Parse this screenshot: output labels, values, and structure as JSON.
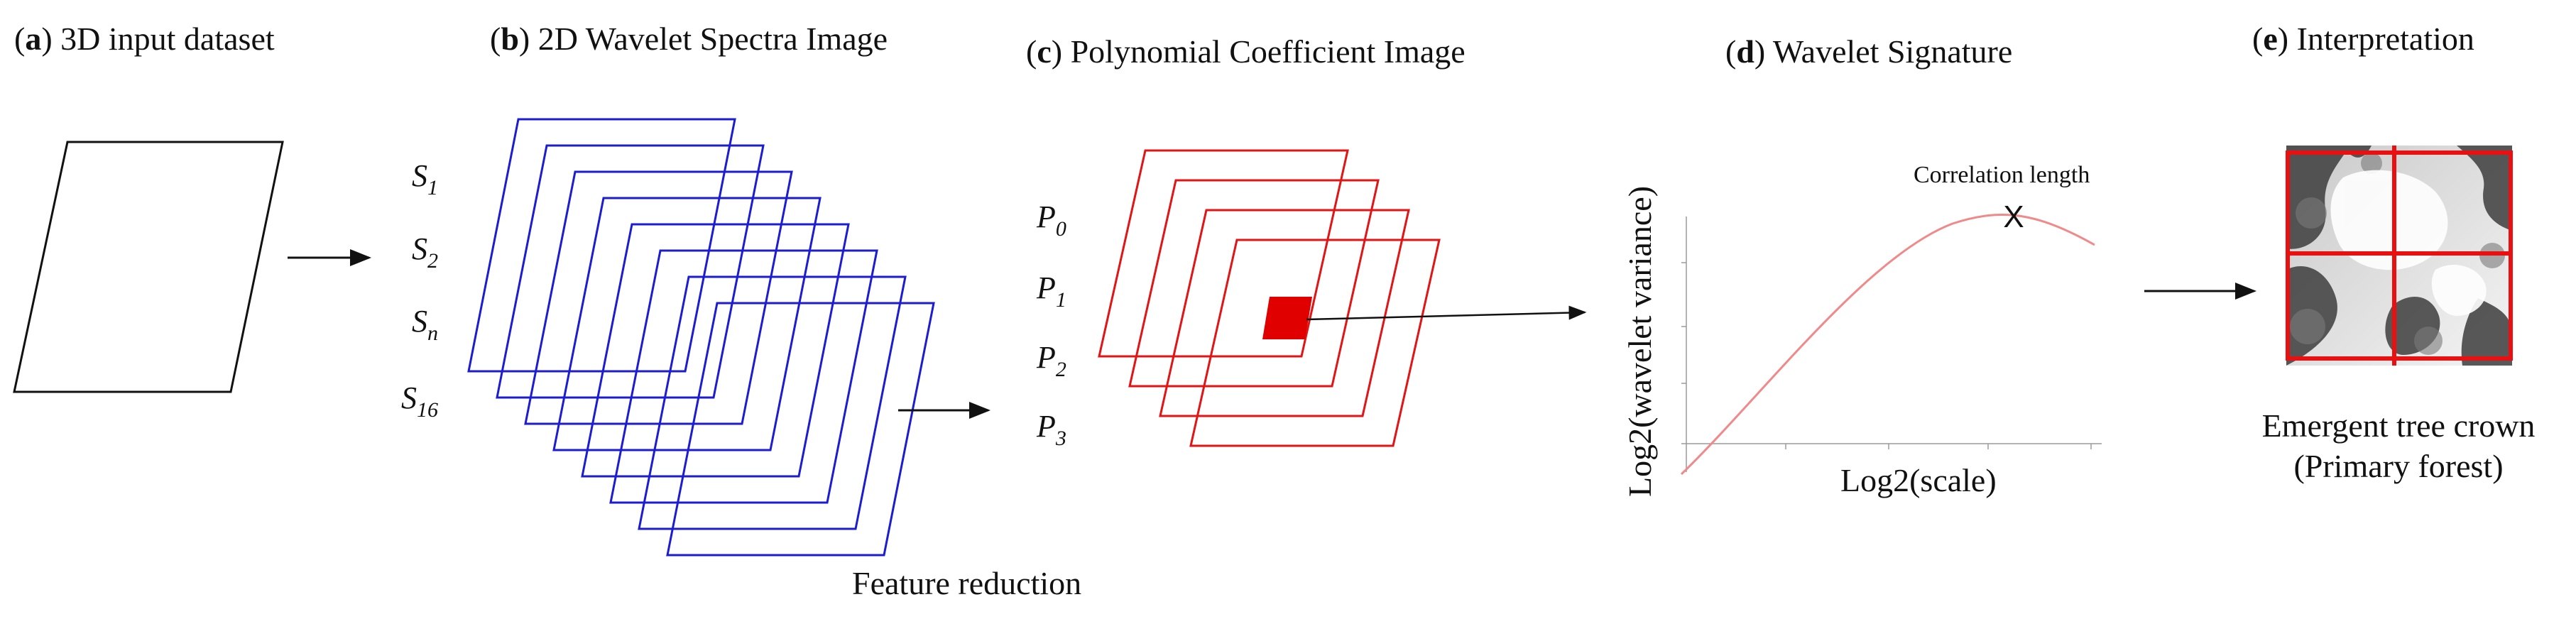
{
  "panels": {
    "a": {
      "letter": "a",
      "title": "3D input dataset"
    },
    "b": {
      "letter": "b",
      "title": "2D Wavelet Spectra Image"
    },
    "c": {
      "letter": "c",
      "title": "Polynomial Coefficient Image"
    },
    "d": {
      "letter": "d",
      "title": "Wavelet Signature"
    },
    "e": {
      "letter": "e",
      "title": "Interpretation"
    }
  },
  "spectra_labels": [
    {
      "base": "S",
      "sub": "1"
    },
    {
      "base": "S",
      "sub": "2"
    },
    {
      "base": "S",
      "sub": "n"
    },
    {
      "base": "S",
      "sub": "16"
    }
  ],
  "coefficient_labels": [
    {
      "base": "P",
      "sub": "0"
    },
    {
      "base": "P",
      "sub": "1"
    },
    {
      "base": "P",
      "sub": "2"
    },
    {
      "base": "P",
      "sub": "3"
    }
  ],
  "feature_reduction_label": "Feature reduction",
  "signature": {
    "annotation": "Correlation length",
    "marker": "X",
    "xlabel": "Log2(scale)",
    "ylabel": "Log2(wavelet variance)"
  },
  "interpretation": {
    "caption_line1": "Emergent tree crown",
    "caption_line2": "(Primary forest)"
  },
  "colors": {
    "spectra": "#1c1cd0",
    "coefficients": "#e01515",
    "curve": "#f08a8a",
    "grid": "#e81010"
  }
}
